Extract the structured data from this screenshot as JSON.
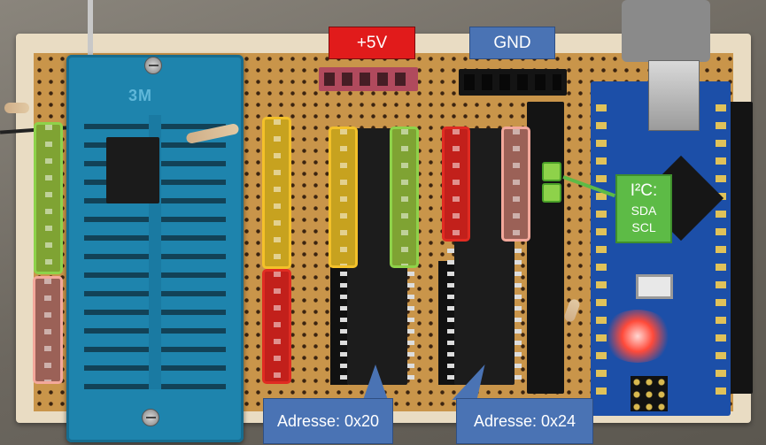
{
  "labels": {
    "power": "+5V",
    "ground": "GND",
    "i2c_title": "I²C:",
    "i2c_sda": "SDA",
    "i2c_scl": "SCL",
    "address_left": "Adresse: 0x20",
    "address_right": "Adresse: 0x24"
  },
  "socket": {
    "logo": "3M"
  },
  "colors": {
    "label_red": "#e11b1b",
    "label_blue": "#4a73b4",
    "label_green": "#5dbb46",
    "highlight_green": "#8ed24a",
    "highlight_yellow": "#f3c12a",
    "highlight_red": "#e02b22",
    "highlight_rose": "#f3a89b",
    "socket_blue": "#1e84ad",
    "arduino_blue": "#1c4fa8"
  }
}
